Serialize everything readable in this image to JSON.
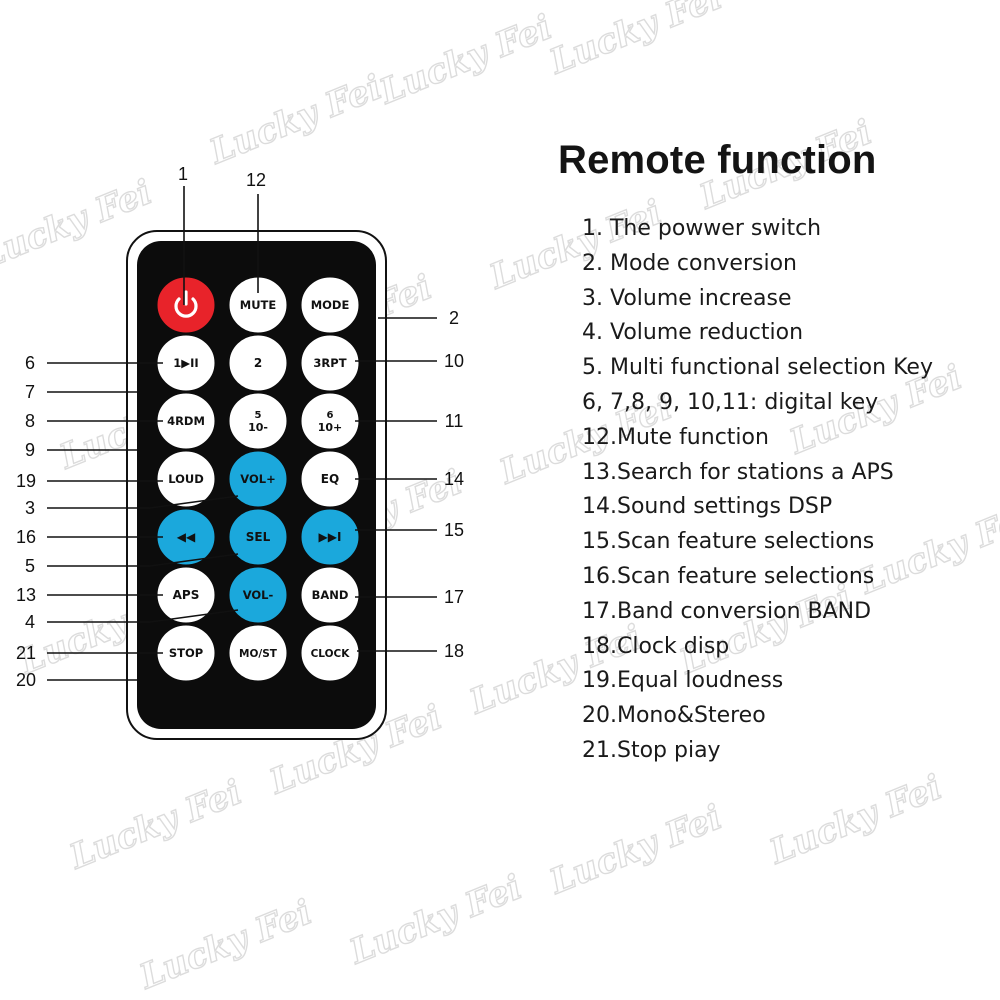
{
  "watermark": "Lucky Fei",
  "title": "Remote function",
  "functions": [
    "1. The powwer switch",
    "2. Mode conversion",
    "3. Volume increase",
    "4. Volume reduction",
    "5. Multi functional selection Key",
    "6, 7,8, 9, 10,11: digital key",
    "12.Mute function",
    "13.Search for stations a APS",
    "14.Sound settings DSP",
    "15.Scan feature selections",
    "16.Scan feature selections",
    "17.Band conversion BAND",
    "18.Clock disp",
    "19.Equal loudness",
    "20.Mono&Stereo",
    "21.Stop piay"
  ],
  "buttons": [
    {
      "id": "power",
      "label": "",
      "icon": "power-icon",
      "color": "#e8232a"
    },
    {
      "id": "mute",
      "label": "MUTE",
      "color": "#ffffff"
    },
    {
      "id": "mode",
      "label": "MODE",
      "color": "#ffffff"
    },
    {
      "id": "play-pause",
      "label": "1▶II",
      "color": "#ffffff"
    },
    {
      "id": "key-2",
      "label": "2",
      "color": "#ffffff"
    },
    {
      "id": "rpt",
      "label": "3RPT",
      "color": "#ffffff"
    },
    {
      "id": "rdm",
      "label": "4RDM",
      "color": "#ffffff"
    },
    {
      "id": "key-5",
      "label": "5",
      "label2": "10-",
      "color": "#ffffff"
    },
    {
      "id": "key-6",
      "label": "6",
      "label2": "10+",
      "color": "#ffffff"
    },
    {
      "id": "loud",
      "label": "LOUD",
      "color": "#ffffff"
    },
    {
      "id": "vol-up",
      "label": "VOL+",
      "color": "#1ba8dc"
    },
    {
      "id": "eq",
      "label": "EQ",
      "color": "#ffffff"
    },
    {
      "id": "prev",
      "label": "◀◀",
      "color": "#1ba8dc"
    },
    {
      "id": "sel",
      "label": "SEL",
      "color": "#1ba8dc"
    },
    {
      "id": "next",
      "label": "▶▶I",
      "color": "#1ba8dc"
    },
    {
      "id": "aps",
      "label": "APS",
      "color": "#ffffff"
    },
    {
      "id": "vol-down",
      "label": "VOL-",
      "color": "#1ba8dc"
    },
    {
      "id": "band",
      "label": "BAND",
      "color": "#ffffff"
    },
    {
      "id": "stop",
      "label": "STOP",
      "color": "#ffffff"
    },
    {
      "id": "mo-st",
      "label": "MO/ST",
      "color": "#ffffff"
    },
    {
      "id": "clock",
      "label": "CLOCK",
      "color": "#ffffff"
    }
  ],
  "callouts": {
    "top": [
      "1",
      "12"
    ],
    "left": [
      "6",
      "7",
      "8",
      "9",
      "19",
      "3",
      "16",
      "5",
      "13",
      "4",
      "21",
      "20"
    ],
    "right": [
      "2",
      "10",
      "11",
      "14",
      "15",
      "17",
      "18"
    ]
  }
}
